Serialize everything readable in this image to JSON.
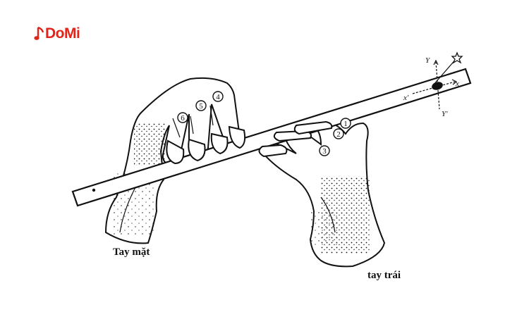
{
  "logo": {
    "first": "D",
    "rest": "oMi",
    "brand_color": "#e2231a",
    "icon": "music-note-icon"
  },
  "hand_labels": {
    "right": "Tay mặt",
    "left": "tay trái"
  },
  "finger_numbers": {
    "right_hand": [
      "6",
      "5",
      "4"
    ],
    "left_hand": [
      "3",
      "2",
      "1"
    ]
  },
  "axis_labels": {
    "y": "Y",
    "y_prime": "Y'",
    "x": "x",
    "x_prime": "x'"
  },
  "colors": {
    "ink": "#111111",
    "paper": "#ffffff"
  }
}
